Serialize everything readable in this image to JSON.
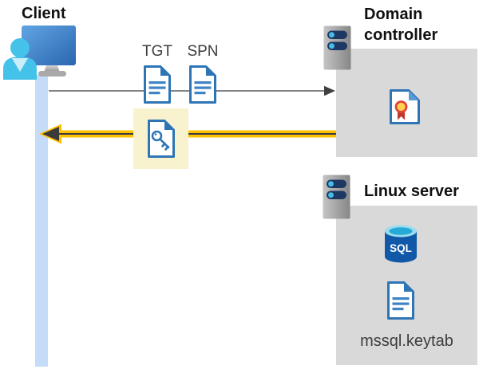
{
  "client": {
    "label": "Client"
  },
  "flow": {
    "tgt_label": "TGT",
    "spn_label": "SPN"
  },
  "domain_controller": {
    "label": "Domain controller"
  },
  "linux_server": {
    "label": "Linux server",
    "sql_icon_label": "SQL",
    "keytab_label": "mssql.keytab"
  },
  "icons": {
    "client": "user-at-monitor-icon",
    "domain_controller": "server-icon",
    "linux_server": "server-icon",
    "tgt": "document-icon",
    "spn": "document-icon",
    "ticket": "key-document-icon",
    "certificate": "certificate-icon",
    "sql": "sql-database-icon",
    "keytab": "document-icon"
  },
  "colors": {
    "highlight_arrow": "#FFC000",
    "highlight_box": "#F9F2CF",
    "panel_background": "#D9D9D9",
    "icon_blue": "#2E75B6",
    "client_bar": "#C4DCF8",
    "arrow_gray": "#595959",
    "text_dark": "#3D3D3D"
  }
}
